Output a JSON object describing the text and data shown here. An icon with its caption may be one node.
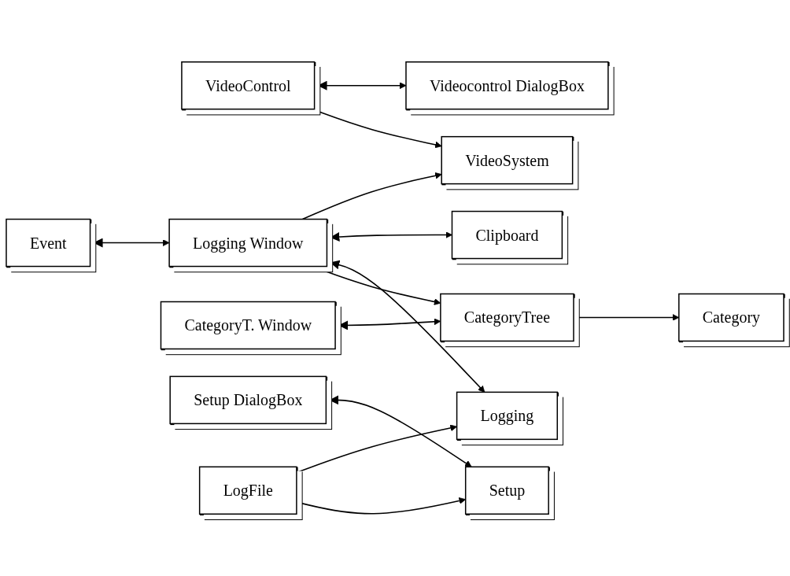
{
  "diagram": {
    "nodes": [
      {
        "text": [
          "VideoControl"
        ]
      },
      {
        "text": [
          "Videocontrol DialogBox"
        ]
      },
      {
        "text": [
          "VideoSystem"
        ]
      },
      {
        "text": [
          "Clipboard"
        ]
      },
      {
        "text": [
          "Event"
        ]
      },
      {
        "text": [
          "Logging Window"
        ]
      },
      {
        "text": [
          "Logging"
        ]
      },
      {
        "text": [
          "LogFile"
        ]
      },
      {
        "text": [
          "Setup DialogBox"
        ]
      },
      {
        "text": [
          "Setup"
        ]
      },
      {
        "text": [
          "CategoryT. Window"
        ]
      },
      {
        "text": [
          "CategoryTree"
        ]
      },
      {
        "text": [
          "Category"
        ]
      }
    ],
    "edges": [
      {
        "from": 0,
        "to": 1,
        "arrow": "both"
      },
      {
        "from": 0,
        "to": 2,
        "arrow": "to"
      },
      {
        "from": 5,
        "to": 2,
        "arrow": "to"
      },
      {
        "from": 5,
        "to": 3,
        "arrow": "both"
      },
      {
        "from": 4,
        "to": 5,
        "arrow": "both"
      },
      {
        "from": 5,
        "to": 6,
        "arrow": "both"
      },
      {
        "from": 7,
        "to": 6,
        "arrow": "to"
      },
      {
        "from": 7,
        "to": 9,
        "arrow": "to"
      },
      {
        "from": 8,
        "to": 9,
        "arrow": "both"
      },
      {
        "from": 5,
        "to": 11,
        "arrow": "to"
      },
      {
        "from": 10,
        "to": 11,
        "arrow": "both"
      },
      {
        "from": 11,
        "to": 12,
        "arrow": "to"
      }
    ]
  }
}
